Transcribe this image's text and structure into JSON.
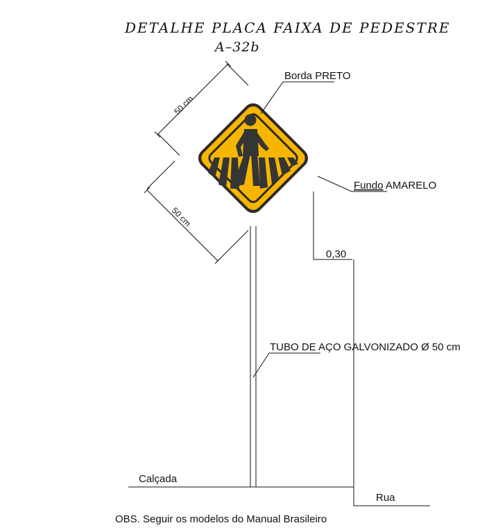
{
  "title": {
    "main": "DETALHE PLACA FAIXA DE PEDESTRE",
    "code": "A–32b"
  },
  "labels": {
    "border": "Borda PRETO",
    "background_word": "Fundo",
    "background_color": " AMARELO",
    "height_dim": "0,30",
    "pole": "TUBO DE AÇO GALVONIZADO Ø 50 cm",
    "sidewalk": "Calçada",
    "street": "Rua"
  },
  "dimensions": {
    "upper_side": "50 cm",
    "lower_side": "50 cm"
  },
  "notes": {
    "obs": "OBS. Seguir os modelos do Manual Brasileiro"
  },
  "colors": {
    "sign_fill": "#F6B600",
    "sign_border": "#2E2A28",
    "symbol": "#353535"
  }
}
